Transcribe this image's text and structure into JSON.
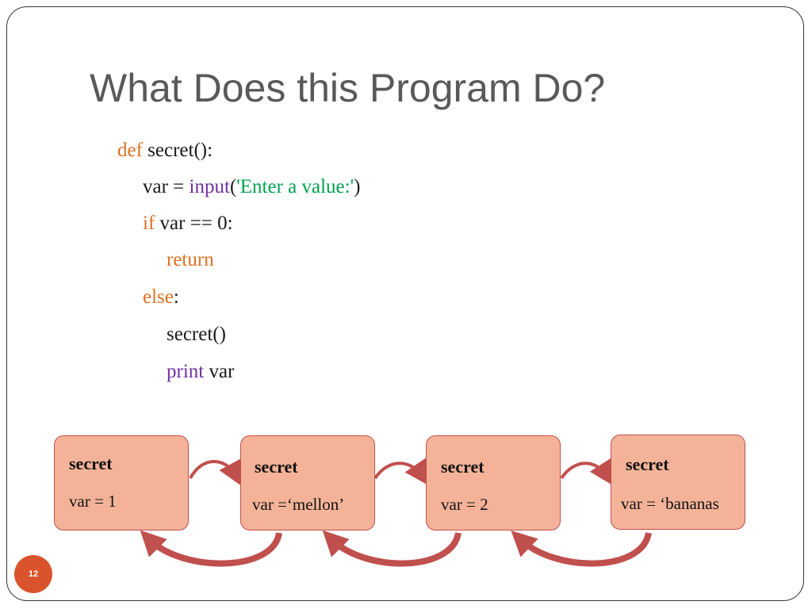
{
  "slide": {
    "title": "What Does this Program Do?",
    "number": "12"
  },
  "code": {
    "line1": {
      "kw": "def",
      "rest": " secret():"
    },
    "line2": {
      "pre": "var = ",
      "fn": "input",
      "open": "(",
      "str": "'Enter a value:'",
      "close": ")"
    },
    "line3": {
      "kw": "if",
      "rest": " var == 0:"
    },
    "line4": {
      "kw": "return"
    },
    "line5": {
      "kw": "else",
      "rest": ":"
    },
    "line6": {
      "text": "secret()"
    },
    "line7": {
      "fn": "print",
      "rest": " var"
    }
  },
  "call_stack": [
    {
      "title": "secret",
      "var": "var = 1"
    },
    {
      "title": "secret",
      "var": "var =‘mellon’"
    },
    {
      "title": "secret",
      "var": "var = 2"
    },
    {
      "title": "secret",
      "var": "var = ‘bananas"
    }
  ],
  "colors": {
    "keyword": "#e07020",
    "function": "#7030a0",
    "string": "#00a050",
    "box_fill": "#f4b399",
    "box_border": "#c0504d",
    "arrow": "#c0504d",
    "badge": "#d9532c"
  }
}
